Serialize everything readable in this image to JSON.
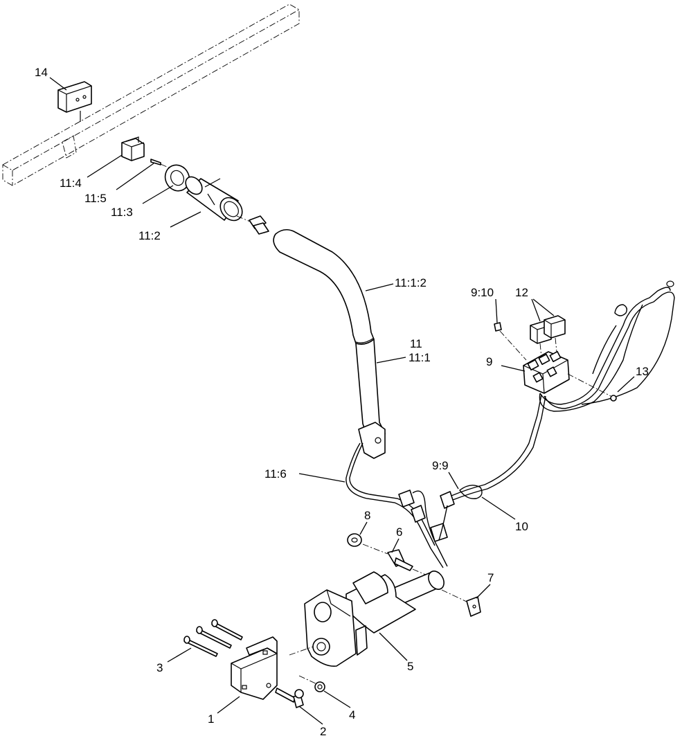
{
  "callouts": {
    "c14": "14",
    "c11_4": "11:4",
    "c11_5": "11:5",
    "c11_3": "11:3",
    "c11_2": "11:2",
    "c11_1_2": "11:1:2",
    "c11": "11",
    "c11_1": "11:1",
    "c9_10": "9:10",
    "c12": "12",
    "c9": "9",
    "c13": "13",
    "c11_6": "11:6",
    "c9_9": "9:9",
    "c10": "10",
    "c8": "8",
    "c6": "6",
    "c7": "7",
    "c5": "5",
    "c3": "3",
    "c1": "1",
    "c2": "2",
    "c4": "4"
  },
  "icons": {
    "frame": "frame-rail-phantom",
    "actuator": "linear-actuator",
    "harness": "wire-harness"
  }
}
